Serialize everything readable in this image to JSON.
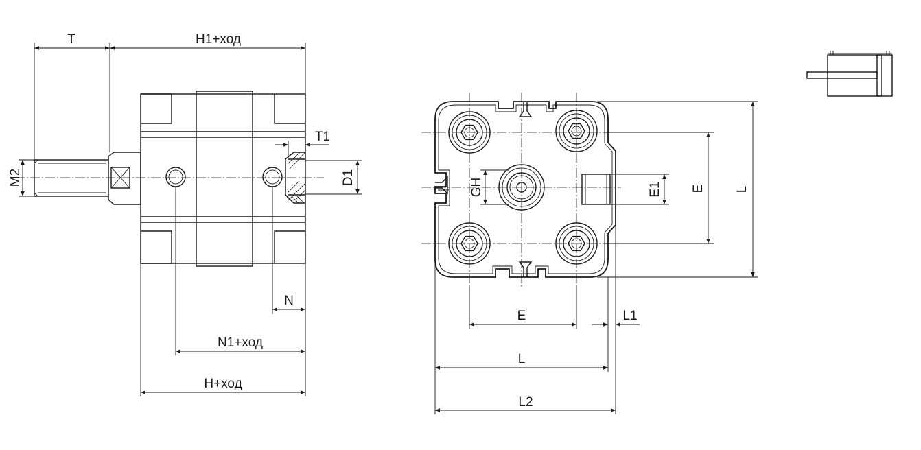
{
  "labels": {
    "T": "T",
    "H1": "H1+ход",
    "T1": "T1",
    "M2": "M2",
    "D1": "D1",
    "N": "N",
    "N1": "N1+ход",
    "H": "H+ход",
    "GH": "GH",
    "E1": "E1",
    "E_vertical": "E",
    "L_vertical": "L",
    "E_horizontal": "E",
    "L1": "L1",
    "L_horizontal": "L",
    "L2": "L2"
  }
}
